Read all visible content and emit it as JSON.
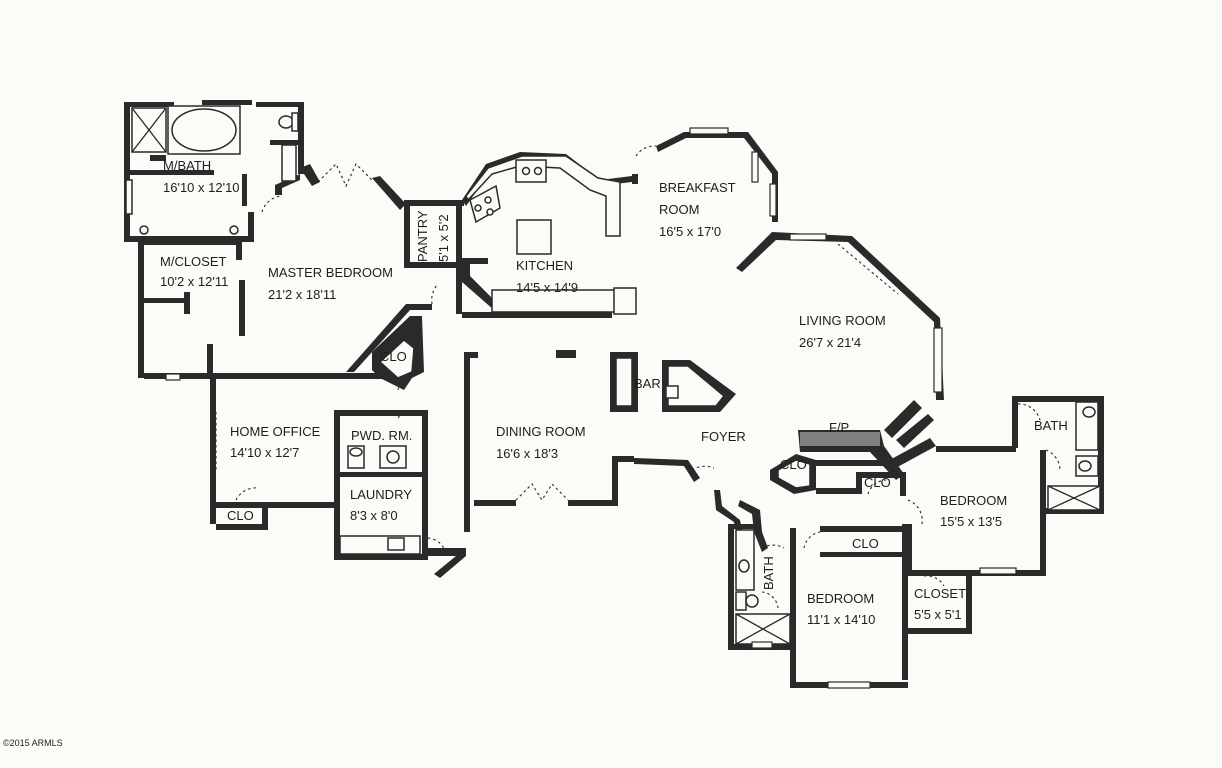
{
  "rooms": {
    "master_bath": {
      "name": "M/BATH",
      "size": "16'10 x 12'10"
    },
    "master_closet": {
      "name": "M/CLOSET",
      "size": "10'2 x 12'11"
    },
    "master_bedroom": {
      "name": "MASTER BEDROOM",
      "size": "21'2 x 18'11"
    },
    "pantry": {
      "name": "PANTRY",
      "size": "5'1 x 5'2"
    },
    "kitchen": {
      "name": "KITCHEN",
      "size": "14'5 x 14'9"
    },
    "breakfast_room": {
      "name_line1": "BREAKFAST",
      "name_line2": "ROOM",
      "size": "16'5 x 17'0"
    },
    "living_room": {
      "name": "LIVING ROOM",
      "size": "26'7 x 21'4"
    },
    "home_office": {
      "name": "HOME OFFICE",
      "size": "14'10 x 12'7"
    },
    "powder_room": {
      "name": "PWD. RM."
    },
    "laundry": {
      "name": "LAUNDRY",
      "size": "8'3 x 8'0"
    },
    "dining_room": {
      "name": "DINING ROOM",
      "size": "16'6 x 18'3"
    },
    "bar": {
      "name": "BAR"
    },
    "foyer": {
      "name": "FOYER"
    },
    "fireplace": {
      "name": "F/P"
    },
    "bath_right": {
      "name": "BATH"
    },
    "bath_left": {
      "name": "BATH"
    },
    "bedroom_right": {
      "name": "BEDROOM",
      "size": "15'5 x 13'5"
    },
    "bedroom_center": {
      "name": "BEDROOM",
      "size": "11'1 x 14'10"
    },
    "closet": {
      "name": "CLOSET",
      "size": "5'5 x 5'1"
    }
  },
  "closets": [
    "CLO",
    "CLO",
    "CLO",
    "CLO",
    "CLO"
  ],
  "copyright": "©2015 ARMLS",
  "colors": {
    "wall": "#2a2a2a",
    "background": "#fbfbf8"
  }
}
